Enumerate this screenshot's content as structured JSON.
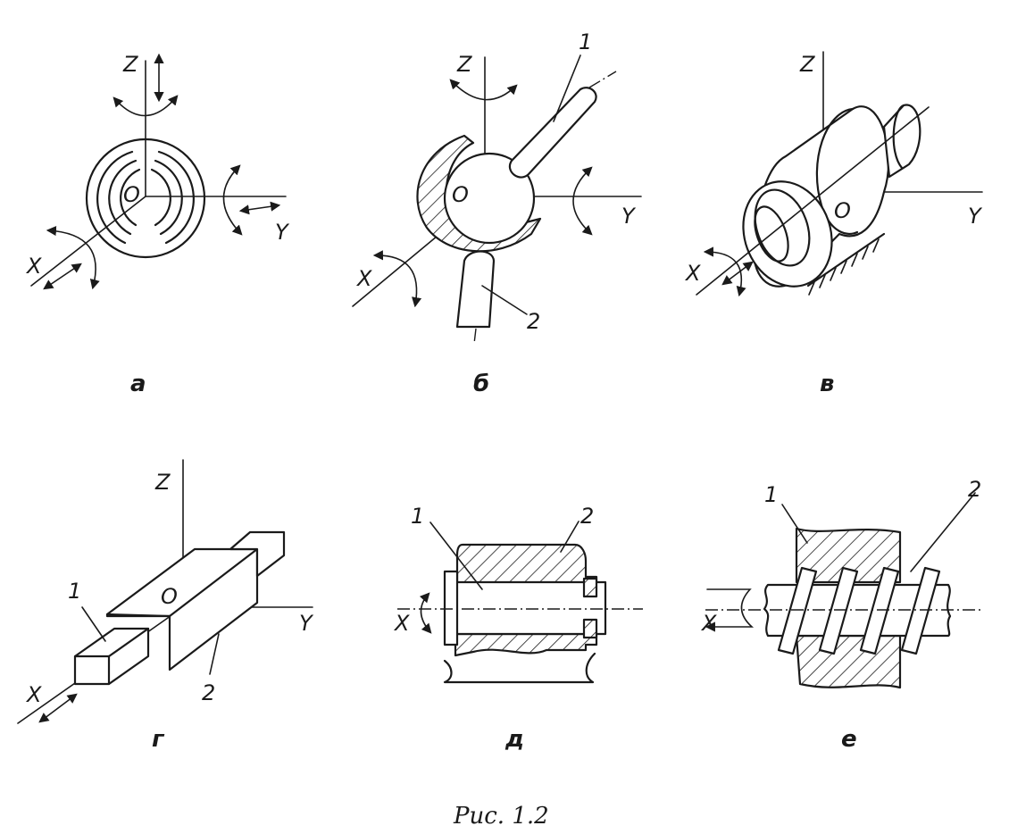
{
  "figure_caption": "Рис. 1.2",
  "panels": {
    "a": {
      "caption": "а",
      "axis_z": "Z",
      "axis_y": "Y",
      "axis_x": "X",
      "origin": "O"
    },
    "b": {
      "caption": "б",
      "axis_z": "Z",
      "axis_y": "Y",
      "axis_x": "X",
      "origin": "O",
      "part1": "1",
      "part2": "2"
    },
    "v": {
      "caption": "в",
      "axis_z": "Z",
      "axis_y": "Y",
      "axis_x": "X",
      "origin": "O"
    },
    "g": {
      "caption": "г",
      "axis_z": "Z",
      "axis_y": "Y",
      "axis_x": "X",
      "origin": "O",
      "part1": "1",
      "part2": "2"
    },
    "d": {
      "caption": "д",
      "axis_x": "X",
      "part1": "1",
      "part2": "2"
    },
    "e": {
      "caption": "е",
      "axis_x": "X",
      "part1": "1",
      "part2": "2"
    }
  }
}
